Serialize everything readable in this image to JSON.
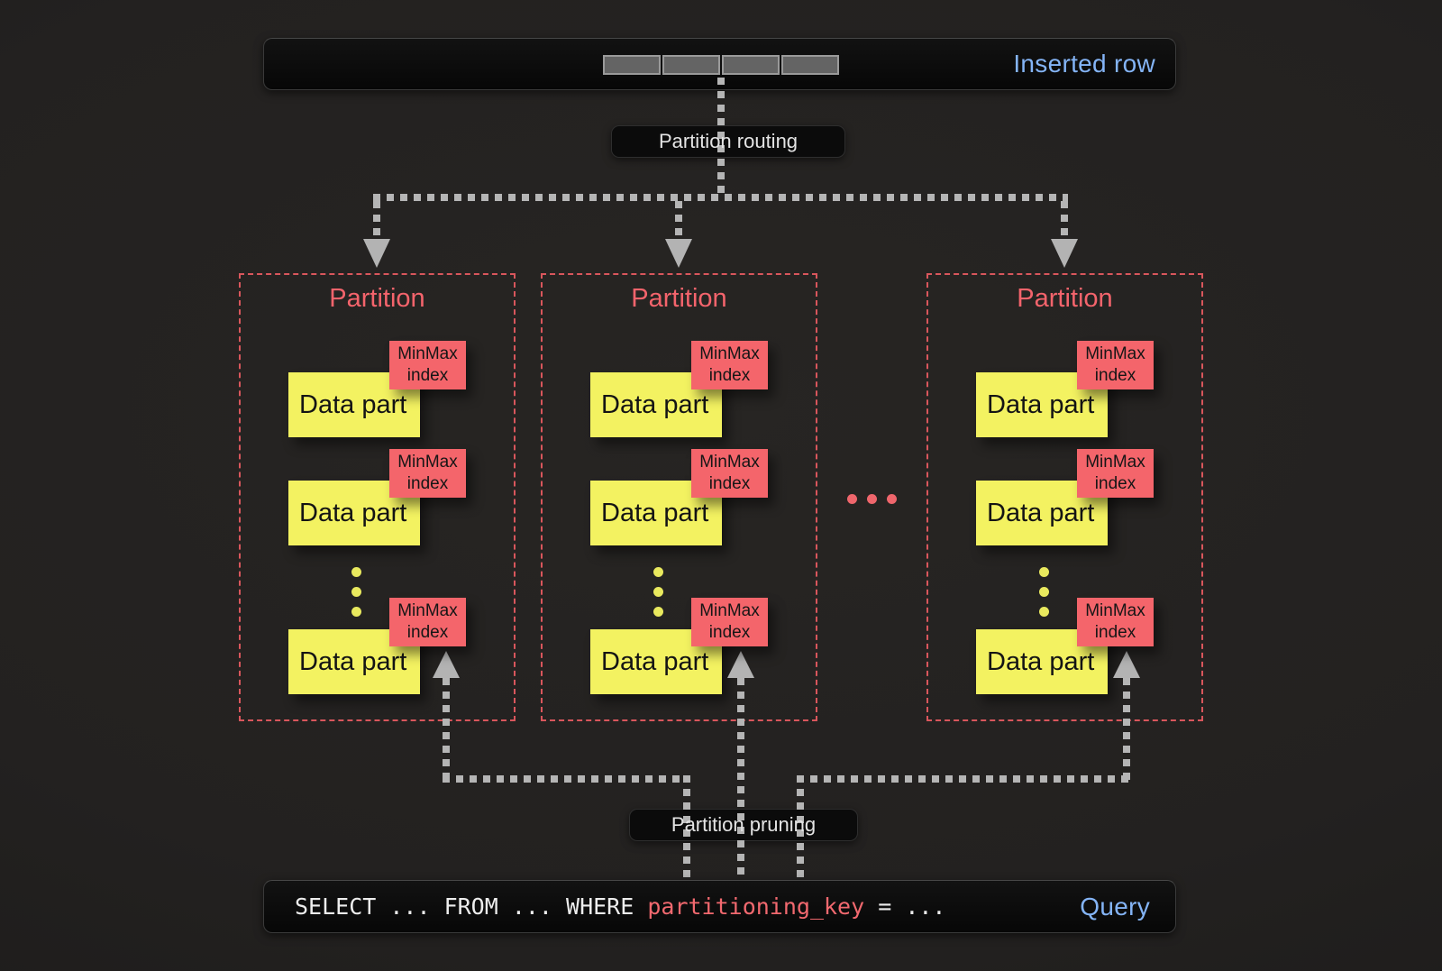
{
  "colors": {
    "background": "#232120",
    "bar_background": "#0b0b0b",
    "accent_blue": "#84b4f6",
    "accent_red": "#f4656b",
    "partition_border_red": "#d9565c",
    "partition_title_red": "#f4646c",
    "data_part_yellow": "#f3f261",
    "arrow_gray": "#b5b5b5",
    "segment_gray": "#646464"
  },
  "inserted_row_bar": {
    "label": "Inserted row",
    "segment_count": 4
  },
  "partition_routing": {
    "label": "Partition routing"
  },
  "partitions": [
    {
      "title": "Partition",
      "parts": [
        {
          "label": "Data part",
          "index_label": "MinMax index"
        },
        {
          "label": "Data part",
          "index_label": "MinMax index"
        },
        {
          "label": "Data part",
          "index_label": "MinMax index"
        }
      ],
      "more_parts_indicator": "..."
    },
    {
      "title": "Partition",
      "parts": [
        {
          "label": "Data part",
          "index_label": "MinMax index"
        },
        {
          "label": "Data part",
          "index_label": "MinMax index"
        },
        {
          "label": "Data part",
          "index_label": "MinMax index"
        }
      ],
      "more_parts_indicator": "..."
    },
    {
      "title": "Partition",
      "parts": [
        {
          "label": "Data part",
          "index_label": "MinMax index"
        },
        {
          "label": "Data part",
          "index_label": "MinMax index"
        },
        {
          "label": "Data part",
          "index_label": "MinMax index"
        }
      ],
      "more_parts_indicator": "..."
    }
  ],
  "partitions_ellipsis": "...",
  "partition_pruning": {
    "label": "Partition pruning"
  },
  "query_bar": {
    "sql_prefix": "SELECT ... FROM ... WHERE ",
    "sql_partition_key": "partitioning_key",
    "sql_suffix": " = ...",
    "label": "Query"
  }
}
